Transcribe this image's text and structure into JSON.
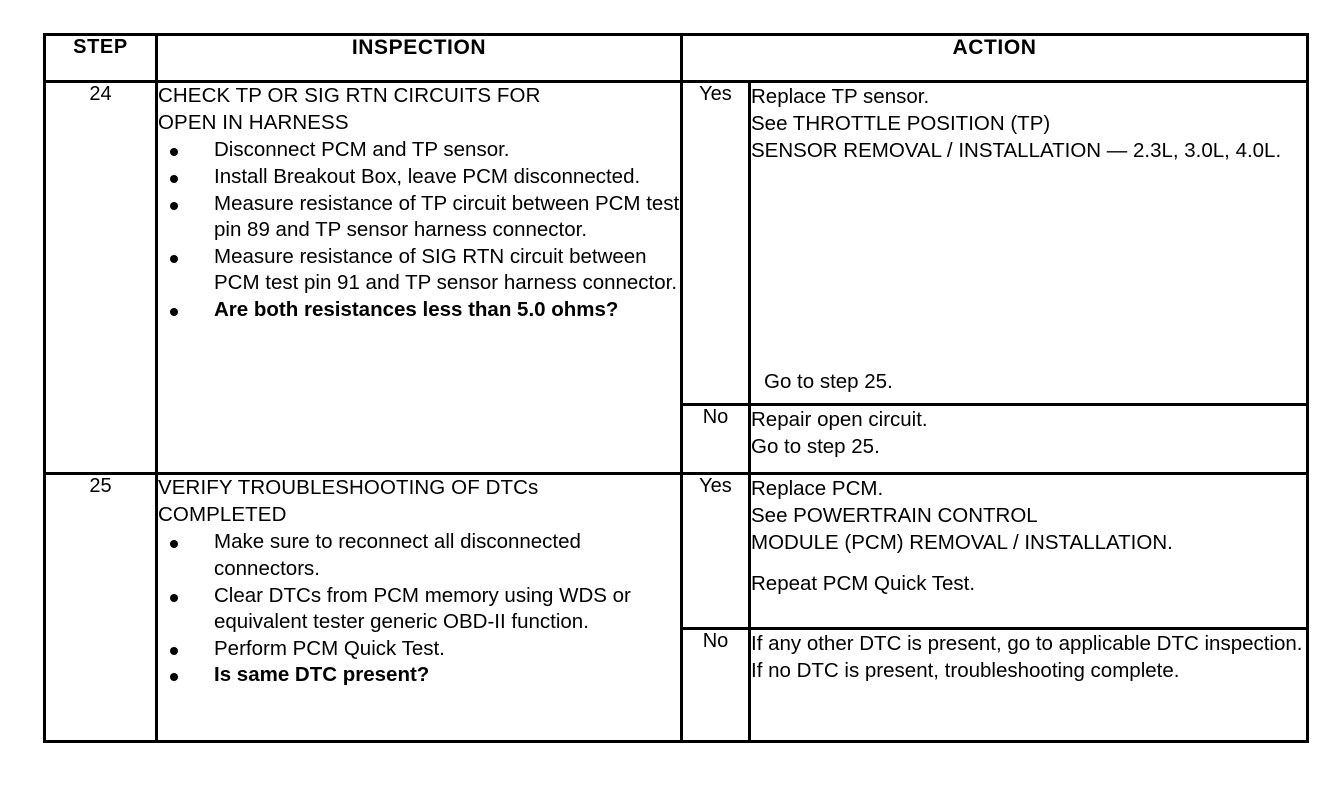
{
  "document": {
    "type": "diagnostic-procedure-table",
    "background_color": "#ffffff",
    "text_color": "#000000"
  },
  "table": {
    "headers": {
      "step": "STEP",
      "inspection": "INSPECTION",
      "action": "ACTION"
    },
    "rows": [
      {
        "step": "24",
        "inspection": {
          "title": "CHECK TP OR SIG RTN CIRCUITS FOR\nOPEN IN HARNESS",
          "bullets": [
            {
              "text": "Disconnect PCM and TP sensor.",
              "bold": false
            },
            {
              "text": "Install Breakout Box, leave PCM disconnected.",
              "bold": false
            },
            {
              "text": "Measure resistance of TP circuit between PCM test pin 89 and TP sensor harness connector.",
              "bold": false
            },
            {
              "text": "Measure resistance of SIG RTN circuit between PCM test pin 91 and TP sensor harness connector.",
              "bold": false
            },
            {
              "text": "Are both resistances less than 5.0 ohms?",
              "bold": true
            }
          ]
        },
        "branches": [
          {
            "label": "Yes",
            "lines": [
              "Replace TP sensor.",
              "See THROTTLE POSITION (TP)",
              "SENSOR REMOVAL / INSTALLATION — 2.3L, 3.0L, 4.0L."
            ],
            "bottom_line": "Go to step 25."
          },
          {
            "label": "No",
            "lines": [
              "Repair open circuit.",
              "Go to step 25."
            ],
            "bottom_line": ""
          }
        ]
      },
      {
        "step": "25",
        "inspection": {
          "title": "VERIFY TROUBLESHOOTING OF DTCs\nCOMPLETED",
          "bullets": [
            {
              "text": "Make sure to reconnect all disconnected connectors.",
              "bold": false
            },
            {
              "text": "Clear DTCs from PCM memory using WDS or equivalent tester generic OBD-II function.",
              "bold": false
            },
            {
              "text": "Perform PCM Quick Test.",
              "bold": false
            },
            {
              "text": "Is same DTC present?",
              "bold": true
            }
          ]
        },
        "branches": [
          {
            "label": "Yes",
            "lines": [
              "Replace PCM.",
              "See POWERTRAIN CONTROL",
              "MODULE (PCM) REMOVAL / INSTALLATION.",
              "",
              "Repeat PCM Quick Test."
            ],
            "bottom_line": ""
          },
          {
            "label": "No",
            "lines": [
              "If any other DTC is present, go to applicable DTC inspection.",
              "If no DTC is present, troubleshooting complete."
            ],
            "bottom_line": ""
          }
        ]
      }
    ]
  }
}
